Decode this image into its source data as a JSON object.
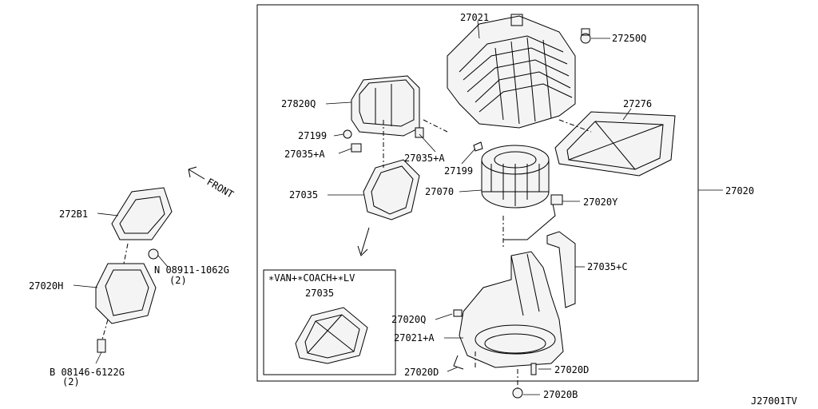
{
  "diagram": {
    "diagram_code": "J27001TV",
    "direction_label": "FRONT",
    "inset_title": "∗VAN+∗COACH+∗LV",
    "labels": {
      "p27021": "27021",
      "p27250q": "27250Q",
      "p27820q": "27820Q",
      "p27276": "27276",
      "p27199a": "27199",
      "p27035a": "27035+A",
      "p27035a2": "27035+A",
      "p27199b": "27199",
      "p27035": "27035",
      "p27070": "27070",
      "p27020y": "27020Y",
      "p27020": "27020",
      "p27281": "272B1",
      "p08911": "N 08911-1062G",
      "p08911_qty": "(2)",
      "p27020h": "27020H",
      "p27035c": "27035+C",
      "p27020q": "27020Q",
      "p27021a": "27021+A",
      "p27020d_left": "27020D",
      "p27020d_right": "27020D",
      "p27020b": "27020B",
      "p08146": "B 08146-6122G",
      "p08146_qty": "(2)",
      "inset_part": "27035"
    }
  }
}
